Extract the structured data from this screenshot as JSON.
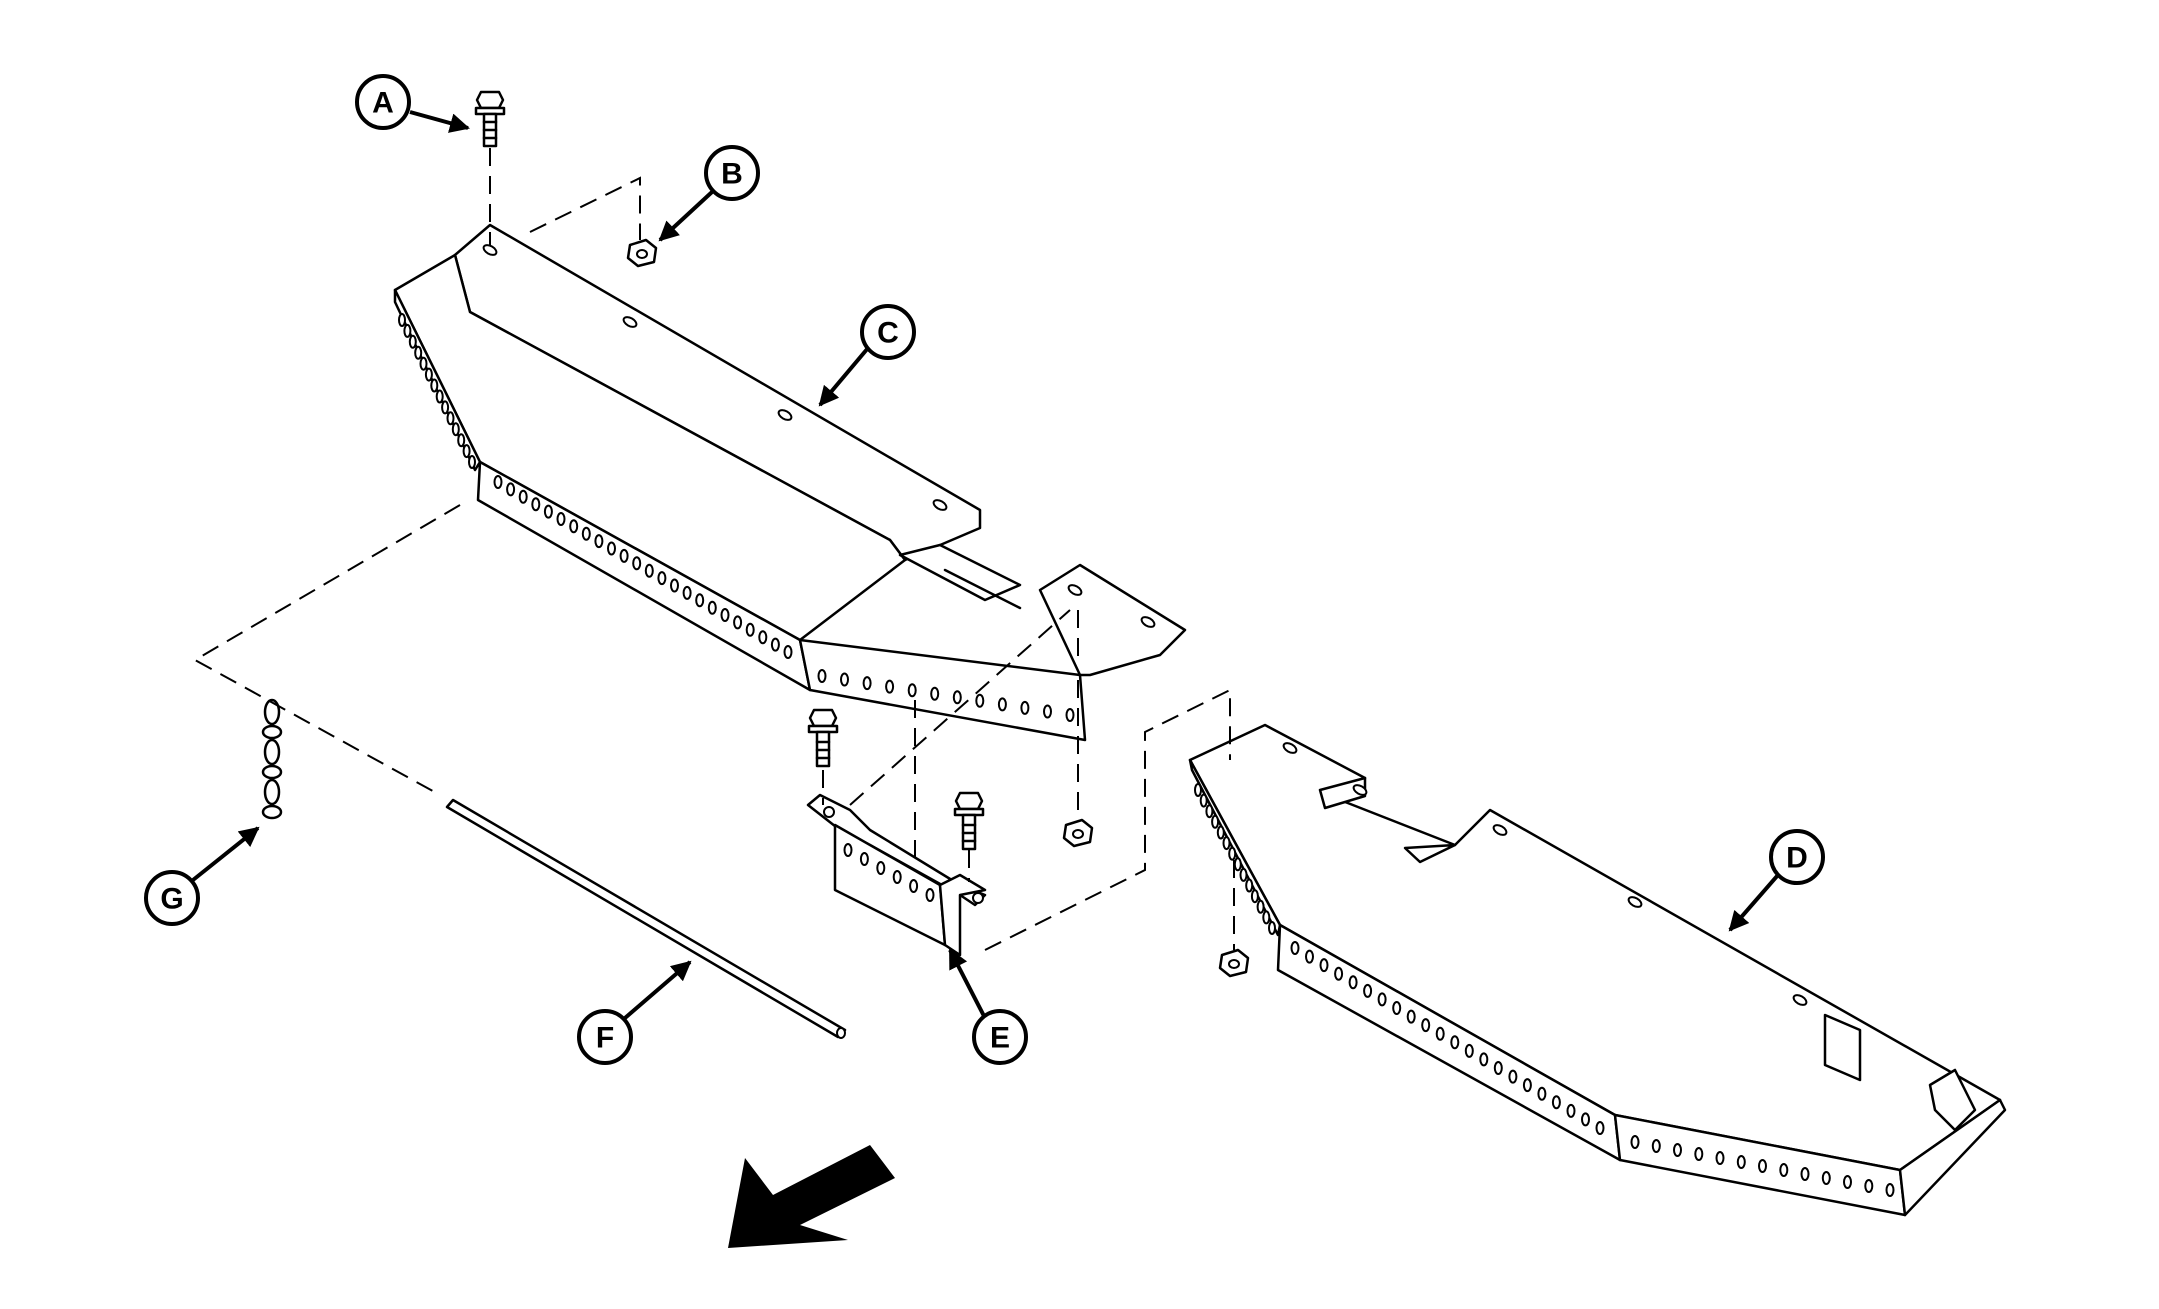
{
  "callouts": {
    "a": "A",
    "b": "B",
    "c": "C",
    "d": "D",
    "e": "E",
    "f": "F",
    "g": "G"
  },
  "colors": {
    "line": "#000000",
    "background": "#ffffff"
  }
}
